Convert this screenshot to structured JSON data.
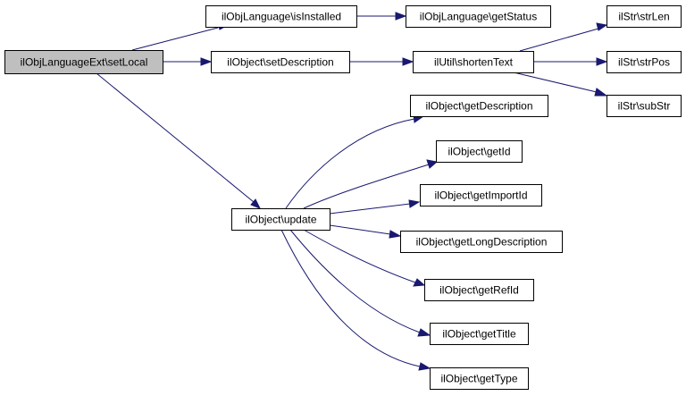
{
  "diagram": {
    "colors": {
      "edge": "#191970",
      "node_fill": "#ffffff",
      "root_fill": "#bfbfbf",
      "border": "#000000"
    },
    "nodes": [
      {
        "id": "setLocal",
        "label": "ilObjLanguageExt\\setLocal",
        "highlighted": true
      },
      {
        "id": "isInstalled",
        "label": "ilObjLanguage\\isInstalled"
      },
      {
        "id": "getStatus",
        "label": "ilObjLanguage\\getStatus"
      },
      {
        "id": "setDescription",
        "label": "ilObject\\setDescription"
      },
      {
        "id": "shortenText",
        "label": "ilUtil\\shortenText"
      },
      {
        "id": "strLen",
        "label": "ilStr\\strLen"
      },
      {
        "id": "strPos",
        "label": "ilStr\\strPos"
      },
      {
        "id": "subStr",
        "label": "ilStr\\subStr"
      },
      {
        "id": "update",
        "label": "ilObject\\update"
      },
      {
        "id": "getDescription",
        "label": "ilObject\\getDescription"
      },
      {
        "id": "getId",
        "label": "ilObject\\getId"
      },
      {
        "id": "getImportId",
        "label": "ilObject\\getImportId"
      },
      {
        "id": "getLongDescription",
        "label": "ilObject\\getLongDescription"
      },
      {
        "id": "getRefId",
        "label": "ilObject\\getRefId"
      },
      {
        "id": "getTitle",
        "label": "ilObject\\getTitle"
      },
      {
        "id": "getType",
        "label": "ilObject\\getType"
      }
    ],
    "edges": [
      {
        "from": "setLocal",
        "to": "isInstalled"
      },
      {
        "from": "isInstalled",
        "to": "getStatus"
      },
      {
        "from": "setLocal",
        "to": "setDescription"
      },
      {
        "from": "setDescription",
        "to": "shortenText"
      },
      {
        "from": "shortenText",
        "to": "strLen"
      },
      {
        "from": "shortenText",
        "to": "strPos"
      },
      {
        "from": "shortenText",
        "to": "subStr"
      },
      {
        "from": "setLocal",
        "to": "update"
      },
      {
        "from": "update",
        "to": "getDescription"
      },
      {
        "from": "update",
        "to": "getId"
      },
      {
        "from": "update",
        "to": "getImportId"
      },
      {
        "from": "update",
        "to": "getLongDescription"
      },
      {
        "from": "update",
        "to": "getRefId"
      },
      {
        "from": "update",
        "to": "getTitle"
      },
      {
        "from": "update",
        "to": "getType"
      }
    ]
  }
}
